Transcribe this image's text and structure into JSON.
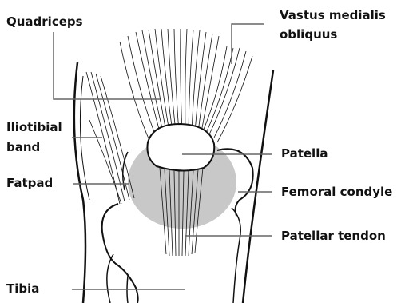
{
  "diagram": {
    "labels": {
      "quadriceps": "Quadriceps",
      "vmo_line1": "Vastus medialis",
      "vmo_line2": "obliquus",
      "itb_line1": "Iliotibial",
      "itb_line2": "band",
      "fatpad": "Fatpad",
      "patella": "Patella",
      "femoral_condyle": "Femoral condyle",
      "patellar_tendon": "Patellar tendon",
      "tibia": "Tibia"
    }
  },
  "colors": {
    "ink": "#111111",
    "leader": "#666666",
    "shade": "#c8c8c8",
    "background": "#ffffff"
  }
}
